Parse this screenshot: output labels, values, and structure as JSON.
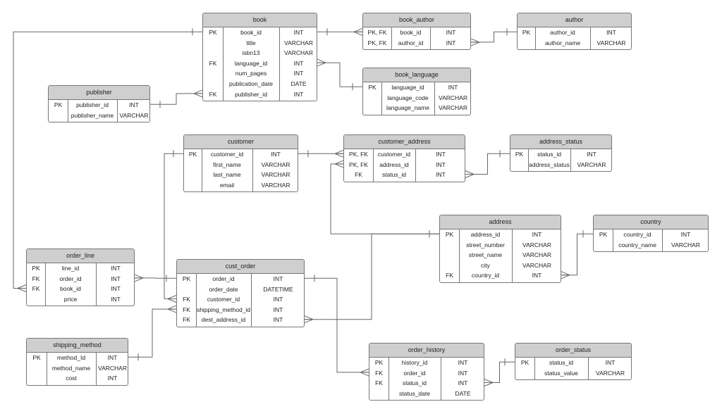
{
  "entities": {
    "book": {
      "name": "book",
      "rows": [
        {
          "key": "PK",
          "col": "book_id",
          "type": "INT"
        },
        {
          "key": "",
          "col": "title",
          "type": "VARCHAR"
        },
        {
          "key": "",
          "col": "isbn13",
          "type": "VARCHAR"
        },
        {
          "key": "FK",
          "col": "language_id",
          "type": "INT"
        },
        {
          "key": "",
          "col": "num_pages",
          "type": "INT"
        },
        {
          "key": "",
          "col": "publication_date",
          "type": "DATE"
        },
        {
          "key": "FK",
          "col": "publisher_id",
          "type": "INT"
        }
      ]
    },
    "book_author": {
      "name": "book_author",
      "rows": [
        {
          "key": "PK, FK",
          "col": "book_id",
          "type": "INT"
        },
        {
          "key": "PK, FK",
          "col": "author_id",
          "type": "INT"
        }
      ]
    },
    "author": {
      "name": "author",
      "rows": [
        {
          "key": "PK",
          "col": "author_id",
          "type": "INT"
        },
        {
          "key": "",
          "col": "author_name",
          "type": "VARCHAR"
        }
      ]
    },
    "book_language": {
      "name": "book_language",
      "rows": [
        {
          "key": "PK",
          "col": "language_id",
          "type": "INT"
        },
        {
          "key": "",
          "col": "language_code",
          "type": "VARCHAR"
        },
        {
          "key": "",
          "col": "language_name",
          "type": "VARCHAR"
        }
      ]
    },
    "publisher": {
      "name": "publisher",
      "rows": [
        {
          "key": "PK",
          "col": "publisher_id",
          "type": "INT"
        },
        {
          "key": "",
          "col": "publisher_name",
          "type": "VARCHAR"
        }
      ]
    },
    "customer": {
      "name": "customer",
      "rows": [
        {
          "key": "PK",
          "col": "customer_id",
          "type": "INT"
        },
        {
          "key": "",
          "col": "first_name",
          "type": "VARCHAR"
        },
        {
          "key": "",
          "col": "last_name",
          "type": "VARCHAR"
        },
        {
          "key": "",
          "col": "email",
          "type": "VARCHAR"
        }
      ]
    },
    "customer_address": {
      "name": "customer_address",
      "rows": [
        {
          "key": "PK, FK",
          "col": "customer_id",
          "type": "INT"
        },
        {
          "key": "PK, FK",
          "col": "address_id",
          "type": "INT"
        },
        {
          "key": "FK",
          "col": "status_id",
          "type": "INT"
        }
      ]
    },
    "address_status": {
      "name": "address_status",
      "rows": [
        {
          "key": "PK",
          "col": "status_id",
          "type": "INT"
        },
        {
          "key": "",
          "col": "address_status",
          "type": "VARCHAR"
        }
      ]
    },
    "address": {
      "name": "address",
      "rows": [
        {
          "key": "PK",
          "col": "address_id",
          "type": "INT"
        },
        {
          "key": "",
          "col": "street_number",
          "type": "VARCHAR"
        },
        {
          "key": "",
          "col": "street_name",
          "type": "VARCHAR"
        },
        {
          "key": "",
          "col": "city",
          "type": "VARCHAR"
        },
        {
          "key": "FK",
          "col": "country_id",
          "type": "INT"
        }
      ]
    },
    "country": {
      "name": "country",
      "rows": [
        {
          "key": "PK",
          "col": "country_id",
          "type": "INT"
        },
        {
          "key": "",
          "col": "country_name",
          "type": "VARCHAR"
        }
      ]
    },
    "order_line": {
      "name": "order_line",
      "rows": [
        {
          "key": "PK",
          "col": "line_id",
          "type": "INT"
        },
        {
          "key": "FK",
          "col": "order_id",
          "type": "INT"
        },
        {
          "key": "FK",
          "col": "book_id",
          "type": "INT"
        },
        {
          "key": "",
          "col": "price",
          "type": "INT"
        }
      ]
    },
    "cust_order": {
      "name": "cust_order",
      "rows": [
        {
          "key": "PK",
          "col": "order_id",
          "type": "INT"
        },
        {
          "key": "",
          "col": "order_date",
          "type": "DATETIME"
        },
        {
          "key": "FK",
          "col": "customer_id",
          "type": "INT"
        },
        {
          "key": "FK",
          "col": "shipping_method_id",
          "type": "INT"
        },
        {
          "key": "FK",
          "col": "dest_address_id",
          "type": "INT"
        }
      ]
    },
    "shipping_method": {
      "name": "shipping_method",
      "rows": [
        {
          "key": "PK",
          "col": "method_Id",
          "type": "INT"
        },
        {
          "key": "",
          "col": "method_name",
          "type": "VARCHAR"
        },
        {
          "key": "",
          "col": "cost",
          "type": "INT"
        }
      ]
    },
    "order_history": {
      "name": "order_history",
      "rows": [
        {
          "key": "PK",
          "col": "history_id",
          "type": "INT"
        },
        {
          "key": "FK",
          "col": "order_id",
          "type": "INT"
        },
        {
          "key": "FK",
          "col": "status_id",
          "type": "INT"
        },
        {
          "key": "",
          "col": "status_date",
          "type": "DATE"
        }
      ]
    },
    "order_status": {
      "name": "order_status",
      "rows": [
        {
          "key": "PK",
          "col": "status_id",
          "type": "INT"
        },
        {
          "key": "",
          "col": "status_value",
          "type": "VARCHAR"
        }
      ]
    }
  },
  "relationships": [
    {
      "from": "book.book_id",
      "to": "book_author.book_id",
      "from_end": "one",
      "to_end": "many"
    },
    {
      "from": "author.author_id",
      "to": "book_author.author_id",
      "from_end": "one",
      "to_end": "many"
    },
    {
      "from": "book_language.language_id",
      "to": "book.language_id",
      "from_end": "one",
      "to_end": "many"
    },
    {
      "from": "publisher.publisher_id",
      "to": "book.publisher_id",
      "from_end": "one",
      "to_end": "many"
    },
    {
      "from": "book.book_id",
      "to": "order_line.book_id",
      "from_end": "one",
      "to_end": "many"
    },
    {
      "from": "customer.customer_id",
      "to": "customer_address.customer_id",
      "from_end": "one",
      "to_end": "many"
    },
    {
      "from": "address_status.status_id",
      "to": "customer_address.status_id",
      "from_end": "one",
      "to_end": "many"
    },
    {
      "from": "address.address_id",
      "to": "customer_address.address_id",
      "from_end": "one",
      "to_end": "many"
    },
    {
      "from": "country.country_id",
      "to": "address.country_id",
      "from_end": "one",
      "to_end": "many"
    },
    {
      "from": "customer.customer_id",
      "to": "cust_order.customer_id",
      "from_end": "one",
      "to_end": "many"
    },
    {
      "from": "cust_order.order_id",
      "to": "order_line.order_id",
      "from_end": "one",
      "to_end": "many"
    },
    {
      "from": "shipping_method.method_Id",
      "to": "cust_order.shipping_method_id",
      "from_end": "one",
      "to_end": "many"
    },
    {
      "from": "address.address_id",
      "to": "cust_order.dest_address_id",
      "from_end": "one",
      "to_end": "many"
    },
    {
      "from": "cust_order.order_id",
      "to": "order_history.order_id",
      "from_end": "one",
      "to_end": "many"
    },
    {
      "from": "order_status.status_id",
      "to": "order_history.status_id",
      "from_end": "one",
      "to_end": "many"
    }
  ],
  "colors": {
    "header_fill": "#cfcfcf",
    "border": "#777777",
    "line": "#666666",
    "text": "#222222"
  }
}
